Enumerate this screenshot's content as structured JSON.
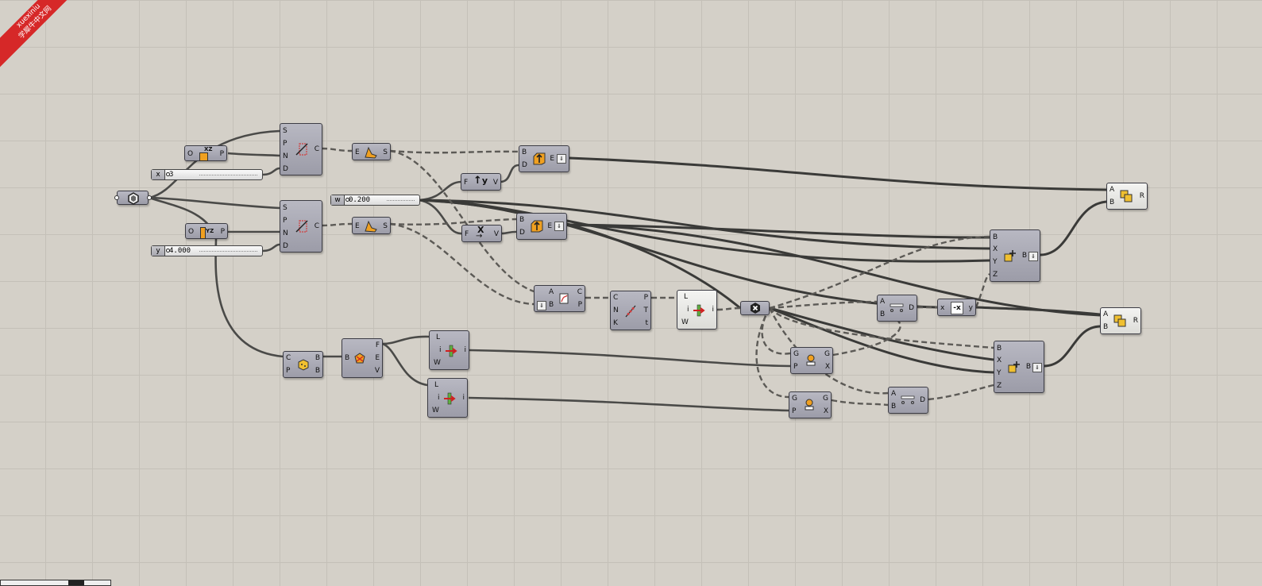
{
  "watermark": {
    "line1": "xuexiniu",
    "line2": "学犀牛中文网"
  },
  "sliders": {
    "x": {
      "tag": "x",
      "value": "3"
    },
    "y": {
      "tag": "y",
      "value": "4.000"
    },
    "w": {
      "tag": "w",
      "value": "0.200"
    }
  },
  "components": {
    "xz_plane": {
      "in": [
        "O"
      ],
      "out": [
        "P"
      ],
      "icon": "xz-plane-icon",
      "icon_text": "XZ"
    },
    "yz_plane": {
      "in": [
        "O"
      ],
      "out": [
        "P"
      ],
      "icon": "yz-plane-icon",
      "icon_text": "YZ"
    },
    "curve_top": {
      "in": [
        "S",
        "P",
        "N",
        "D"
      ],
      "out": [
        "C"
      ],
      "icon": "section-curve-icon"
    },
    "curve_mid": {
      "in": [
        "S",
        "P",
        "N",
        "D"
      ],
      "out": [
        "C"
      ],
      "icon": "section-curve-icon"
    },
    "surface_top": {
      "in": [
        "E"
      ],
      "out": [
        "S"
      ],
      "icon": "surface-icon"
    },
    "surface_mid": {
      "in": [
        "E"
      ],
      "out": [
        "S"
      ],
      "icon": "surface-icon"
    },
    "extrude_top": {
      "in": [
        "B",
        "D"
      ],
      "out": [
        "E"
      ],
      "icon": "extrude-icon"
    },
    "extrude_mid": {
      "in": [
        "B",
        "D"
      ],
      "out": [
        "E"
      ],
      "icon": "extrude-icon"
    },
    "unit_y": {
      "in": [
        "F"
      ],
      "out": [
        "V"
      ],
      "icon": "unit-y-icon",
      "icon_text": "y"
    },
    "unit_x": {
      "in": [
        "F"
      ],
      "out": [
        "V"
      ],
      "icon": "unit-x-icon",
      "icon_text": "X"
    },
    "loft": {
      "in": [
        "A",
        "B"
      ],
      "out": [
        "C",
        "P"
      ],
      "icon": "loft-icon"
    },
    "curve_params": {
      "in": [
        "C",
        "N",
        "K"
      ],
      "out": [
        "P",
        "T",
        "t"
      ],
      "icon": "divide-curve-icon"
    },
    "list_item_1": {
      "in": [
        "L",
        "i",
        "W"
      ],
      "out": [
        "i"
      ],
      "icon": "list-item-icon"
    },
    "list_item_2": {
      "in": [
        "L",
        "i",
        "W"
      ],
      "out": [
        "i"
      ],
      "icon": "list-item-icon"
    },
    "list_item_3": {
      "in": [
        "L",
        "i",
        "W"
      ],
      "out": [
        "i"
      ],
      "icon": "list-item-icon"
    },
    "box_corners": {
      "in": [
        "C",
        "P"
      ],
      "out": [
        "B",
        "B"
      ],
      "icon": "box-icon"
    },
    "deconstruct_brep": {
      "in": [
        "B"
      ],
      "out": [
        "F",
        "E",
        "V"
      ],
      "icon": "deconstruct-brep-icon"
    },
    "multiply": {
      "in": [],
      "out": [],
      "icon": "multiply-icon"
    },
    "distance_1": {
      "in": [
        "A",
        "B"
      ],
      "out": [
        "D"
      ],
      "icon": "distance-icon"
    },
    "distance_2": {
      "in": [
        "A",
        "B"
      ],
      "out": [
        "D"
      ],
      "icon": "distance-icon"
    },
    "negate": {
      "in": [
        "x"
      ],
      "out": [
        "y"
      ],
      "icon": "negate-icon"
    },
    "grab_1": {
      "in": [
        "G",
        "P"
      ],
      "out": [
        "G",
        "X"
      ],
      "icon": "grab-icon"
    },
    "grab_2": {
      "in": [
        "G",
        "P"
      ],
      "out": [
        "G",
        "X"
      ],
      "icon": "grab-icon"
    },
    "box_rect_1": {
      "in": [
        "B",
        "X",
        "Y",
        "Z"
      ],
      "out": [
        "B"
      ],
      "icon": "box-rectangle-icon"
    },
    "box_rect_2": {
      "in": [
        "B",
        "X",
        "Y",
        "Z"
      ],
      "out": [
        "B"
      ],
      "icon": "box-rectangle-icon"
    },
    "union_1": {
      "in": [
        "A",
        "B"
      ],
      "out": [
        "R"
      ],
      "icon": "solid-union-icon"
    },
    "union_2": {
      "in": [
        "A",
        "B"
      ],
      "out": [
        "R"
      ],
      "icon": "solid-union-icon"
    }
  },
  "colors": {
    "canvas": "#d4d0c8",
    "component": "#a8a8b4",
    "wire": "#4a4a48",
    "icon_accent": "#f0a020"
  }
}
